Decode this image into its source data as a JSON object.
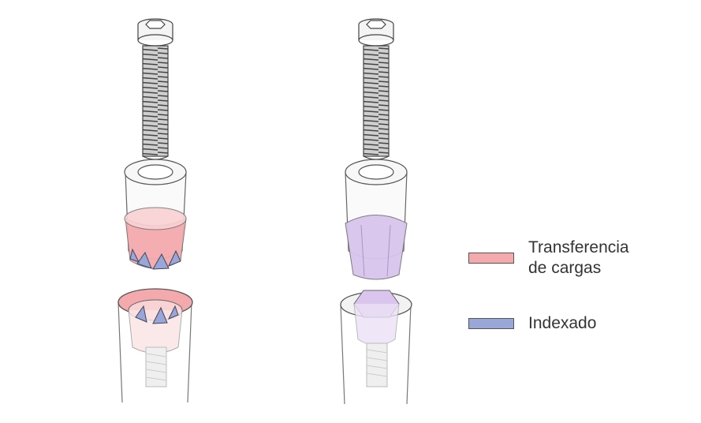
{
  "legend": {
    "items": [
      {
        "lines": [
          "Transferencia",
          "de cargas"
        ],
        "color": "#f4a9ad"
      },
      {
        "lines": [
          "Indexado"
        ],
        "color": "#98a6d8"
      }
    ]
  },
  "colors": {
    "pink": "#f4a9ad",
    "blue": "#98a6d8",
    "lavender": "#d9c5ee",
    "outline": "#555555"
  },
  "icons": [
    "screw-icon",
    "abutment-icon",
    "implant-icon"
  ]
}
